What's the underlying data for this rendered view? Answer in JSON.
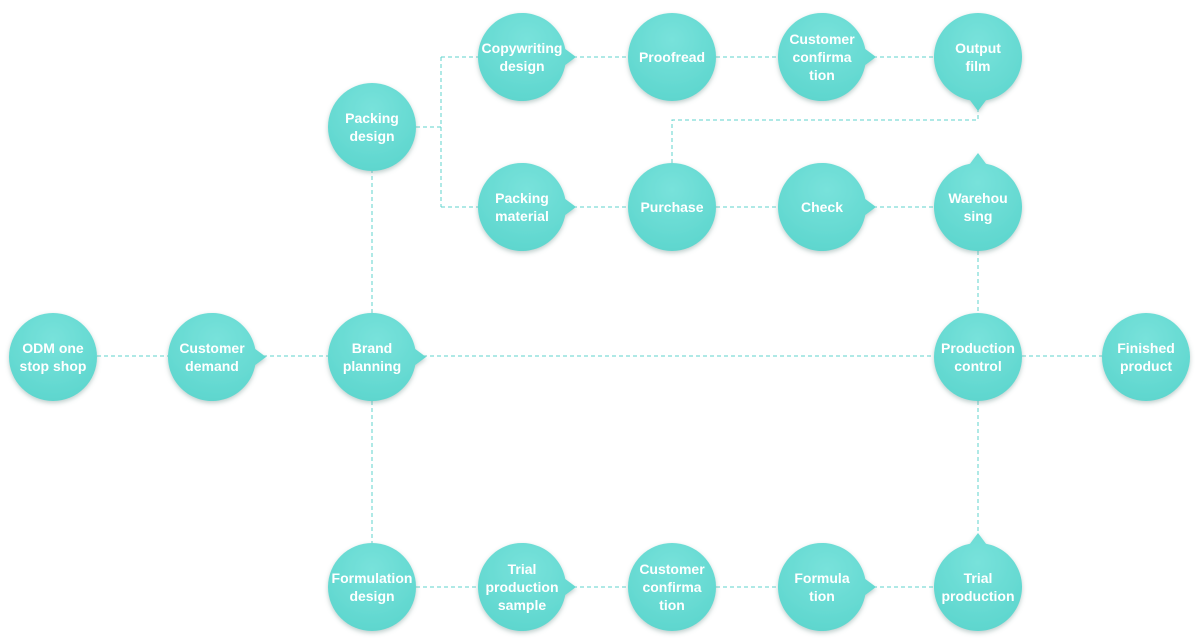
{
  "colors": {
    "node_fill": "#5fd8d0",
    "node_highlight": "#8fe8e2",
    "connector": "#5fd3cc",
    "text": "#ffffff"
  },
  "nodes": [
    {
      "id": "odm-one-stop-shop",
      "lines": [
        "ODM one",
        "stop shop"
      ]
    },
    {
      "id": "customer-demand",
      "lines": [
        "Customer",
        "demand"
      ]
    },
    {
      "id": "brand-planning",
      "lines": [
        "Brand",
        "planning"
      ]
    },
    {
      "id": "packing-design",
      "lines": [
        "Packing",
        "design"
      ]
    },
    {
      "id": "copywriting-design",
      "lines": [
        "Copywriting",
        "design"
      ]
    },
    {
      "id": "proofread",
      "lines": [
        "Proofread"
      ]
    },
    {
      "id": "customer-confirmation-top",
      "lines": [
        "Customer",
        "confirma",
        "tion"
      ]
    },
    {
      "id": "output-film",
      "lines": [
        "Output",
        "film"
      ]
    },
    {
      "id": "packing-material",
      "lines": [
        "Packing",
        "material"
      ]
    },
    {
      "id": "purchase",
      "lines": [
        "Purchase"
      ]
    },
    {
      "id": "check",
      "lines": [
        "Check"
      ]
    },
    {
      "id": "warehousing",
      "lines": [
        "Warehou",
        "sing"
      ]
    },
    {
      "id": "production-control",
      "lines": [
        "Production",
        "control"
      ]
    },
    {
      "id": "finished-product",
      "lines": [
        "Finished",
        "product"
      ]
    },
    {
      "id": "formulation-design",
      "lines": [
        "Formulation",
        "design"
      ]
    },
    {
      "id": "trial-production-sample",
      "lines": [
        "Trial",
        "production",
        "sample"
      ]
    },
    {
      "id": "customer-confirmation-bottom",
      "lines": [
        "Customer",
        "confirma",
        "tion"
      ]
    },
    {
      "id": "formulation",
      "lines": [
        "Formula",
        "tion"
      ]
    },
    {
      "id": "trial-production",
      "lines": [
        "Trial",
        "production"
      ]
    }
  ]
}
